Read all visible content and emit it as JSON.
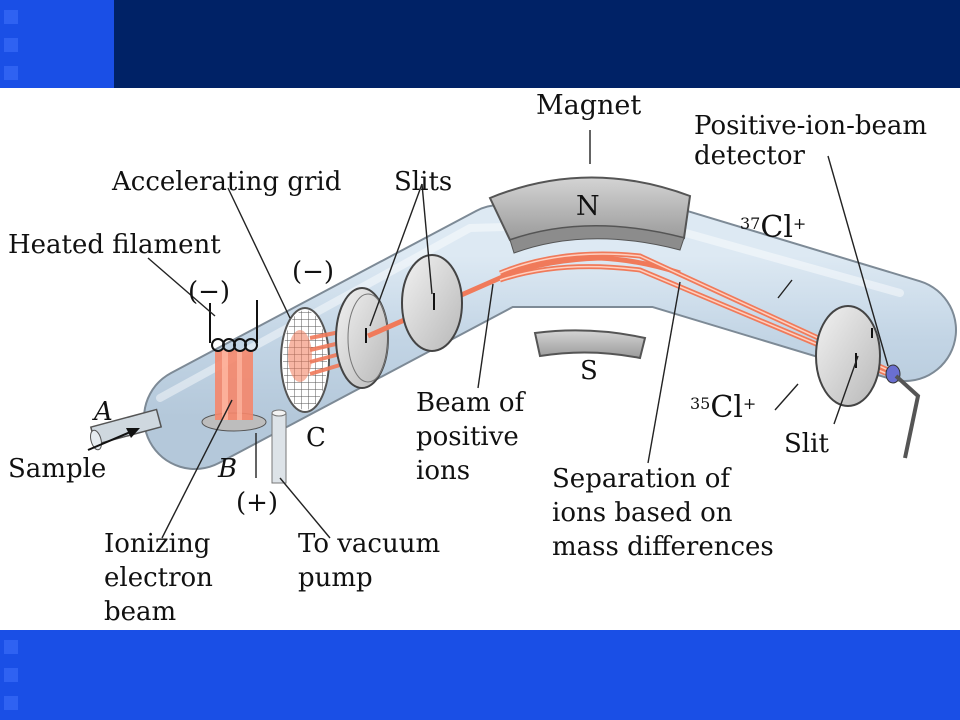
{
  "slide": {
    "colors": {
      "top_bar": "#002266",
      "top_accent": "#1a4fe6",
      "bottom_bar": "#1a4fe6",
      "beam": "#f07a5a"
    }
  },
  "labels": {
    "magnet": "Magnet",
    "north": "N",
    "south": "S",
    "detector_line1": "Positive-ion-beam",
    "detector_line2": "detector",
    "accelerating_grid": "Accelerating grid",
    "slits": "Slits",
    "heated_filament": "Heated filament",
    "neg_1": "(−)",
    "neg_2": "(−)",
    "cl37_mass": "37",
    "cl37_symbol": "Cl",
    "cl37_charge": "+",
    "cl35_mass": "35",
    "cl35_symbol": "Cl",
    "cl35_charge": "+",
    "a": "A",
    "b": "B",
    "c": "C",
    "sample": "Sample",
    "positive": "(+)",
    "beam_line1": "Beam of",
    "beam_line2": "positive",
    "beam_line3": "ions",
    "slit": "Slit",
    "separation_line1": "Separation of",
    "separation_line2": "ions based on",
    "separation_line3": "mass differences",
    "ionizing_line1": "Ionizing",
    "ionizing_line2": "electron",
    "ionizing_line3": "beam",
    "vacuum_line1": "To vacuum",
    "vacuum_line2": "pump"
  }
}
